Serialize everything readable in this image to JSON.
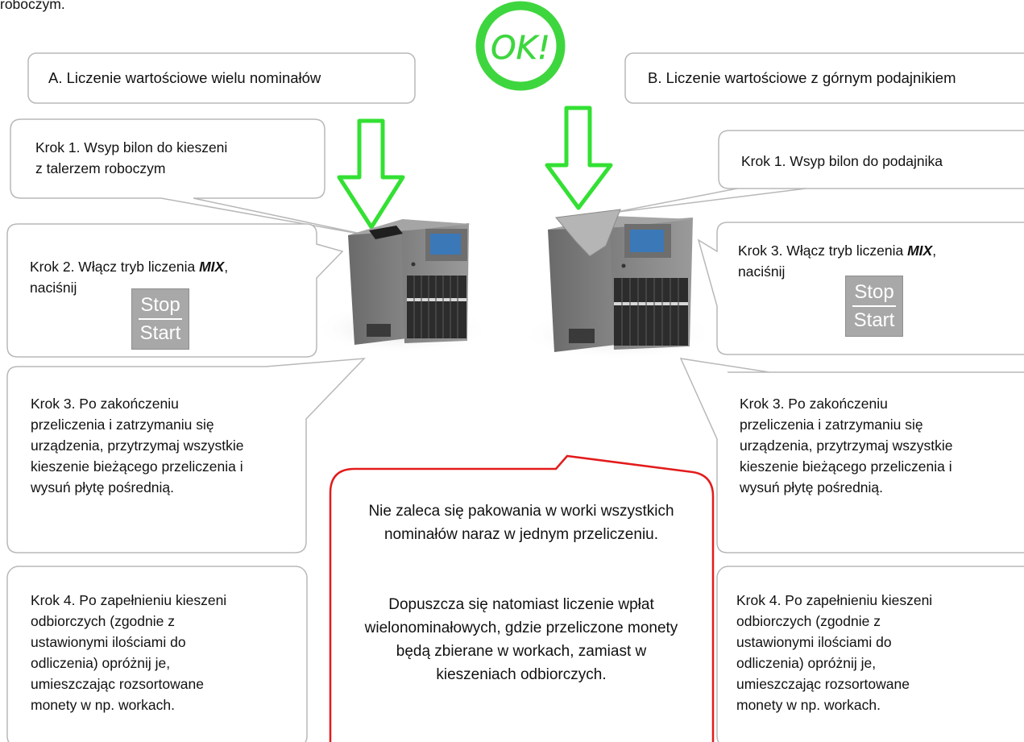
{
  "top_fragment": "roboczym.",
  "ok_badge": {
    "text": "OK!",
    "color": "#3ed63e"
  },
  "section_a": {
    "title": "A. Liczenie wartościowe wielu nominałów"
  },
  "section_b": {
    "title": "B. Liczenie wartościowe z górnym podajnikiem"
  },
  "left_steps": {
    "step1_line1": "Krok 1. Wsyp bilon do kieszeni",
    "step1_line2": "z talerzem roboczym",
    "step2_prefix": "Krok 2. Włącz tryb liczenia ",
    "step2_mode": "MIX",
    "step2_suffix": ",",
    "step2_line2": "naciśnij",
    "step3": "Krok 3. Po zakończeniu przeliczenia i zatrzymaniu się urządzenia, przytrzymaj wszystkie kieszenie bieżącego przeliczenia i wysuń płytę pośrednią.",
    "step4": "Krok 4. Po zapełnieniu kieszeni odbiorczych (zgodnie z ustawionymi ilościami do odliczenia) opróżnij je, umieszczając rozsortowane monety w np. workach."
  },
  "right_steps": {
    "step1": "Krok 1. Wsyp bilon do podajnika",
    "step2_prefix": "Krok 3. Włącz tryb liczenia ",
    "step2_mode": "MIX",
    "step2_suffix": ",",
    "step2_line2": "naciśnij",
    "step3": "Krok 3. Po zakończeniu przeliczenia i zatrzymaniu się urządzenia, przytrzymaj wszystkie kieszenie bieżącego przeliczenia i wysuń płytę pośrednią.",
    "step4": "Krok 4. Po zapełnieniu kieszeni odbiorczych (zgodnie z ustawionymi ilościami do odliczenia) opróżnij je, umieszczając rozsortowane monety w np. workach."
  },
  "stop_start_button": {
    "line1": "Stop",
    "line2": "Start"
  },
  "warning_note": {
    "para1": "Nie zaleca się pakowania w worki wszystkich nominałów naraz w jednym przeliczeniu.",
    "para2": "Dopuszcza się natomiast liczenie wpłat wielonominałowych, gdzie przeliczone monety będą zbierane w workach, zamiast w kieszeniach odbiorczych."
  },
  "colors": {
    "arrow_green": "#33e033",
    "note_border": "#e31b1b",
    "bubble_border": "#b8b8b8",
    "machine_body": "#8c8c8c",
    "button_gray": "#a8a8a8"
  }
}
